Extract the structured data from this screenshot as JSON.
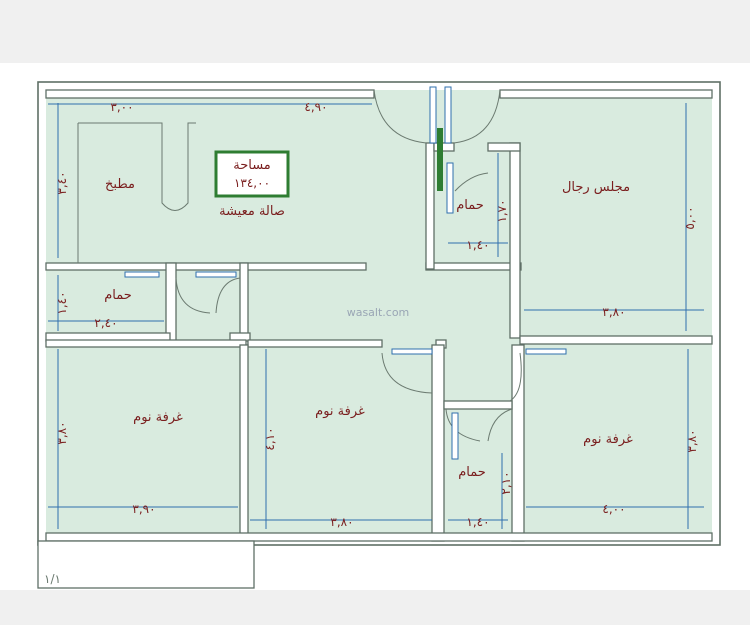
{
  "rooms": {
    "kitchen": "مطبخ",
    "living": "صالة معيشة",
    "area_title": "مساحة",
    "area_value": "١٣٤,٠٠",
    "majlis": "مجلس رجال",
    "bath_top": "حمام",
    "bath_left": "حمام",
    "bath_bottom": "حمام",
    "bedroom_left": "غرفة نوم",
    "bedroom_mid": "غرفة نوم",
    "bedroom_right": "غرفة نوم"
  },
  "dimensions": {
    "top_left_width": "٣,٠٠",
    "top_mid_width": "٤,٩٠",
    "kitchen_height": "٣,٤٠",
    "majlis_height": "٥,٠٠",
    "bath_top_width": "١,٤٠",
    "bath_top_height": "١,٧٠",
    "majlis_width": "٣,٨٠",
    "bath_left_height": "١,٤٠",
    "bath_left_width": "٢,٤٠",
    "bed_left_height": "٣,٨٠",
    "bed_left_width": "٣,٩٠",
    "bed_mid_height": "٤,١٠",
    "bed_mid_width": "٣,٨٠",
    "bath_bottom_height": "٢,١٠",
    "bath_bottom_width": "١,٤٠",
    "bed_right_height": "٣,٨٠",
    "bed_right_width": "٤,٠٠"
  },
  "watermark": "wasalt.com",
  "page_number": "١/١",
  "colors": {
    "floor": "#d9ebdf",
    "dimension_line": "#2f6fae",
    "label": "#7a1e1e",
    "area_box": "#2e7d32"
  }
}
